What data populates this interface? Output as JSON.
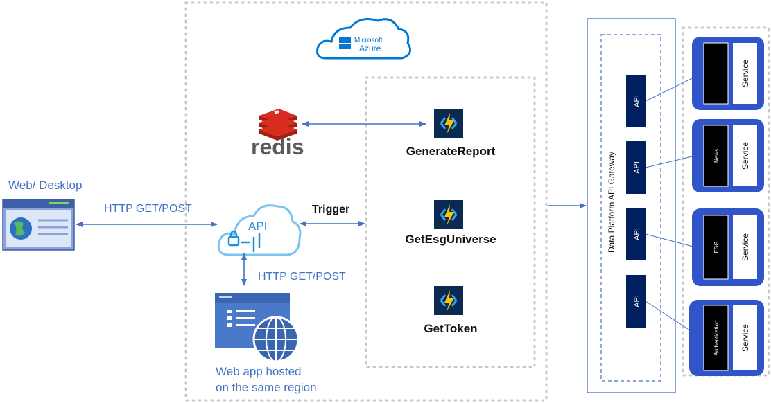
{
  "client": {
    "label": "Web/ Desktop"
  },
  "links": {
    "client_api": "HTTP GET/POST",
    "api_functions": "Trigger",
    "api_webapp": "HTTP GET/POST"
  },
  "azure": {
    "logo_line1": "Microsoft",
    "logo_line2": "Azure"
  },
  "redis": {
    "label": "redis"
  },
  "api_cloud": {
    "label": "API"
  },
  "webapp": {
    "label_line1": "Web app hosted",
    "label_line2": "on the same region"
  },
  "functions": [
    {
      "name": "GenerateReport"
    },
    {
      "name": "GetEsgUniverse"
    },
    {
      "name": "GetToken"
    }
  ],
  "gateway": {
    "label": "Data Platform API Gateway",
    "apis": [
      "API",
      "API",
      "API",
      "API"
    ]
  },
  "services": [
    {
      "name": "...",
      "service_label": "Service"
    },
    {
      "name": "News",
      "service_label": "Service"
    },
    {
      "name": "ESG",
      "service_label": "Service"
    },
    {
      "name": "Authentication",
      "service_label": "Service"
    }
  ],
  "colors": {
    "arrow": "#4472c4",
    "azure": "#0078d4",
    "api_box": "#002060",
    "service_fill": "#2f55c9",
    "redis": "#cc2b1e"
  }
}
